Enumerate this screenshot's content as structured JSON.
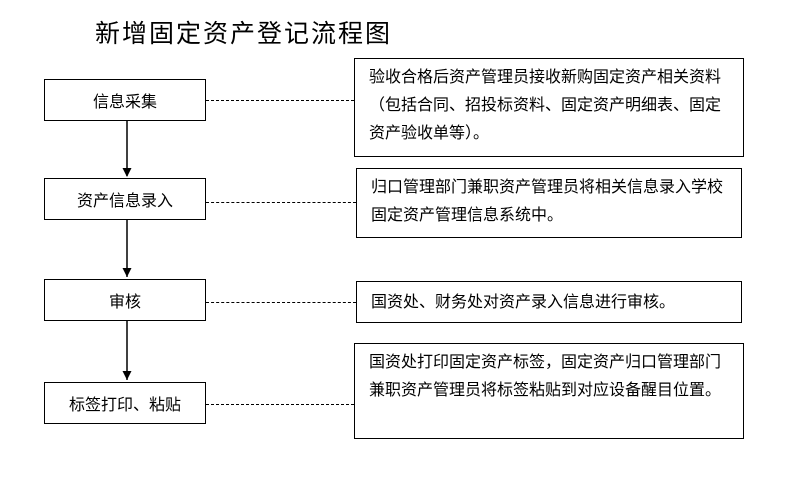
{
  "title": "新增固定资产登记流程图",
  "steps": [
    {
      "label": "信息采集",
      "description": "验收合格后资产管理员接收新购固定资产相关资料（包括合同、招投标资料、固定资产明细表、固定资产验收单等）。"
    },
    {
      "label": "资产信息录入",
      "description": "归口管理部门兼职资产管理员将相关信息录入学校固定资产管理信息系统中。"
    },
    {
      "label": "审核",
      "description": "国资处、财务处对资产录入信息进行审核。"
    },
    {
      "label": "标签打印、粘贴",
      "description": "国资处打印固定资产标签，固定资产归口管理部门兼职资产管理员将标签粘贴到对应设备醒目位置。"
    }
  ]
}
